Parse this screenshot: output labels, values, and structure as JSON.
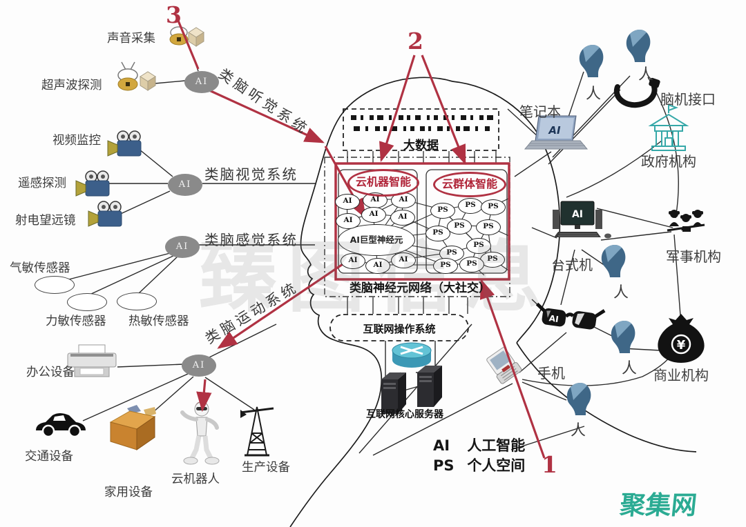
{
  "markers": {
    "n1": "1",
    "n2": "2",
    "n3": "3"
  },
  "core": {
    "big_data": "大数据",
    "cloud_machine": "云机器智能",
    "cloud_swarm": "云群体智能",
    "giant_neuron": "AI巨型神经元",
    "ai": "AI",
    "ps": "PS",
    "network_caption": "类脑神经元网络（大社交）",
    "internet_os": "互联网操作系统",
    "internet_server": "互联网核心服务器"
  },
  "systems": {
    "auditory": "类脑听觉系统",
    "visual": "类脑视觉系统",
    "sensory": "类脑感觉系统",
    "motor": "类脑运动系统"
  },
  "left": {
    "sound": "声音采集",
    "ultrasonic": "超声波探测",
    "video": "视频监控",
    "remote": "遥感探测",
    "radio": "射电望远镜",
    "gas": "气敏传感器",
    "force": "力敏传感器",
    "heat": "热敏传感器",
    "office": "办公设备",
    "transport": "交通设备",
    "home": "家用设备",
    "cloud_robot": "云机器人",
    "production": "生产设备"
  },
  "right": {
    "laptop": "笔记本",
    "person": "人",
    "bci": "脑机接口",
    "gov": "政府机构",
    "desktop": "台式机",
    "military": "军事机构",
    "phone": "手机",
    "business": "商业机构",
    "yen": "¥"
  },
  "legend": {
    "ai_abbr": "AI",
    "ai_name": "人工智能",
    "ps_abbr": "PS",
    "ps_name": "个人空间"
  },
  "watermarks": {
    "center": "臻图信息",
    "corner": "聚集网"
  },
  "colors": {
    "red": "#b03243",
    "teal": "#2bab93",
    "node_gray": "#8a8a8a"
  }
}
